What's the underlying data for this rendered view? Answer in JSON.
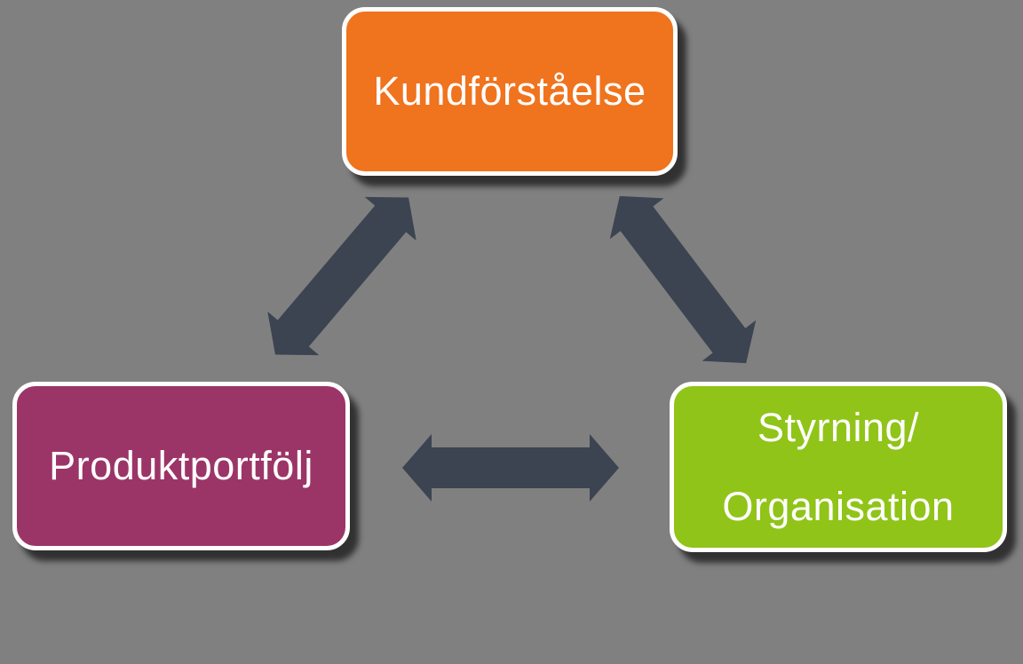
{
  "diagram": {
    "description": "Three-node cyclic relationship diagram with bidirectional arrows",
    "nodes": [
      {
        "id": "kundforstaelse",
        "label": "Kundförståelse",
        "lines": [
          "Kundförståelse"
        ],
        "position": "top-center",
        "color": "#f0731e"
      },
      {
        "id": "produktportfolj",
        "label": "Produktportfölj",
        "lines": [
          "Produktportfölj"
        ],
        "position": "bottom-left",
        "color": "#9c3567"
      },
      {
        "id": "styrning-organisation",
        "label": "Styrning/ Organisation",
        "lines": [
          "Styrning/",
          "Organisation"
        ],
        "position": "bottom-right",
        "color": "#90c418"
      }
    ],
    "connectors": [
      {
        "from": "kundforstaelse",
        "to": "produktportfolj",
        "type": "double-arrow",
        "bidirectional": true
      },
      {
        "from": "kundforstaelse",
        "to": "styrning-organisation",
        "type": "double-arrow",
        "bidirectional": true
      },
      {
        "from": "produktportfolj",
        "to": "styrning-organisation",
        "type": "double-arrow",
        "bidirectional": true
      }
    ],
    "colors": {
      "background": "#808080",
      "arrow": "#3b4450",
      "node_border": "#ffffff",
      "node_text": "#ffffff"
    }
  }
}
